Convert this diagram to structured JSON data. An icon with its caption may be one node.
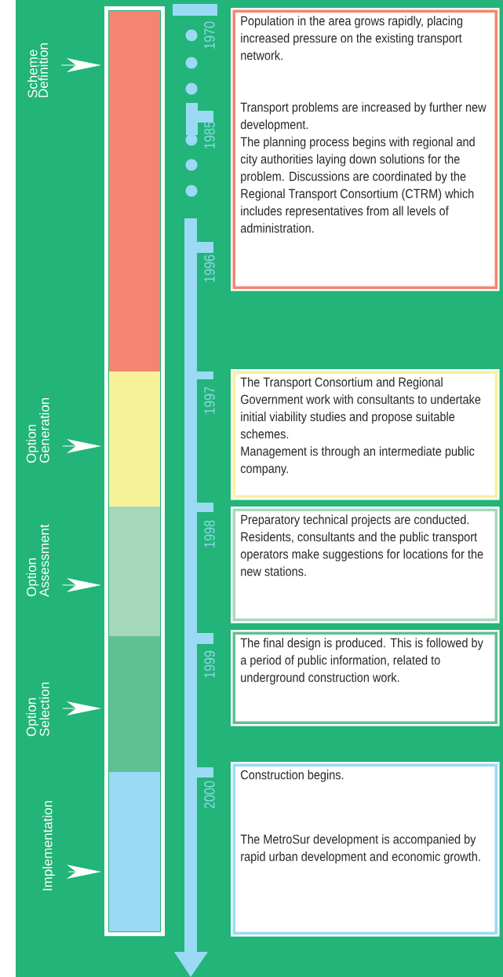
{
  "diagram": {
    "nodes": [
      {
        "text": [
          "Scheme Definition"
        ]
      },
      {
        "text": [
          "Option Generation"
        ]
      },
      {
        "text": [
          "Option Assessment"
        ]
      },
      {
        "text": [
          "Option Selection"
        ]
      },
      {
        "text": [
          "Implementation"
        ]
      },
      {
        "text": [],
        "shape": "bar"
      },
      {
        "text": [],
        "shape": "bar"
      },
      {
        "text": [],
        "shape": "bar"
      },
      {
        "text": [],
        "shape": "bar"
      },
      {
        "text": [],
        "shape": "bar"
      },
      {
        "text": [
          "Population in the area grows rapidly, placing increased pressure on the existing transport network.",
          "Transport problems are increased by further new development.",
          "The planning process begins with regional and city authorities laying down solutions for the problem.  Discussions are coordinated by the Regional Transport Consortium (CTRM) which includes representatives from all levels of administration."
        ]
      },
      {
        "text": [
          "The Transport Consortium and Regional Government work with consultants to undertake initial viability studies and propose suitable schemes.",
          "Management is through an intermediate public company."
        ]
      },
      {
        "text": [
          "Preparatory technical projects are conducted.  Residents, consultants and the public transport operators make suggestions for locations for the new stations."
        ]
      },
      {
        "text": [
          "The final design is produced.  This is followed by a period of public information, related to underground construction work."
        ]
      },
      {
        "text": [
          "Construction begins.",
          "The MetroSur development is accompanied by rapid urban development and economic growth."
        ]
      }
    ],
    "edges": [
      {
        "from": 0,
        "to": 5,
        "arrow": "to"
      },
      {
        "from": 1,
        "to": 6,
        "arrow": "to"
      },
      {
        "from": 2,
        "to": 7,
        "arrow": "to"
      },
      {
        "from": 3,
        "to": 8,
        "arrow": "to"
      },
      {
        "from": 4,
        "to": 9,
        "arrow": "to"
      }
    ],
    "labels": [
      "1970",
      "1985",
      "1996",
      "1997",
      "1998",
      "1999",
      "2000"
    ]
  }
}
